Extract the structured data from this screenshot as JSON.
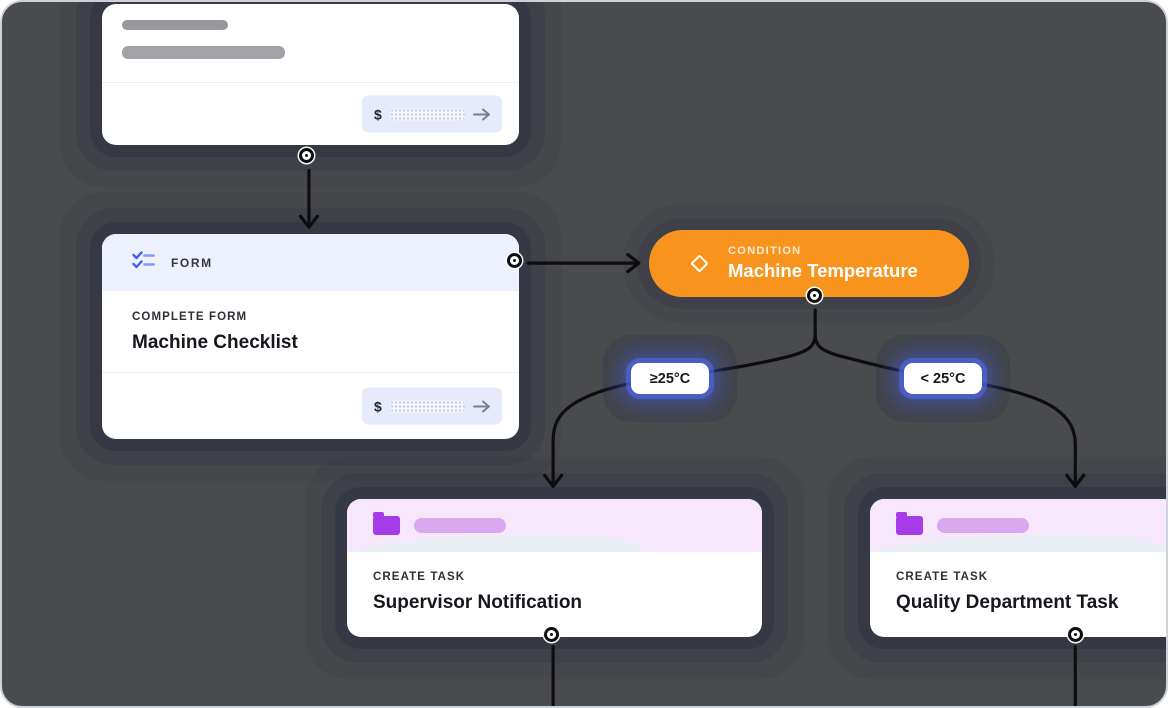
{
  "canvas": {
    "background": "#4a4b4d"
  },
  "trigger_card": {
    "currency_symbol": "$"
  },
  "form_card": {
    "type_label": "FORM",
    "subtitle": "COMPLETE FORM",
    "title": "Machine Checklist",
    "currency_symbol": "$"
  },
  "condition_node": {
    "type_label": "CONDITION",
    "title": "Machine Temperature",
    "color": "#F8941E"
  },
  "branch_labels": {
    "left": "≥25°C",
    "right": "< 25°C"
  },
  "task_cards": {
    "left": {
      "subtitle": "CREATE TASK",
      "title": "Supervisor Notification"
    },
    "right": {
      "subtitle": "CREATE TASK",
      "title": "Quality Department Task"
    }
  },
  "colors": {
    "accent_blue": "#4365EC",
    "condition_orange": "#F8941E",
    "task_purple": "#A63CE8",
    "task_bar_purple": "#D9A8EF",
    "glow_blue": "#5270F0",
    "form_header_bg": "#EDF0FD",
    "task_header_bg": "#F6E8FA"
  }
}
